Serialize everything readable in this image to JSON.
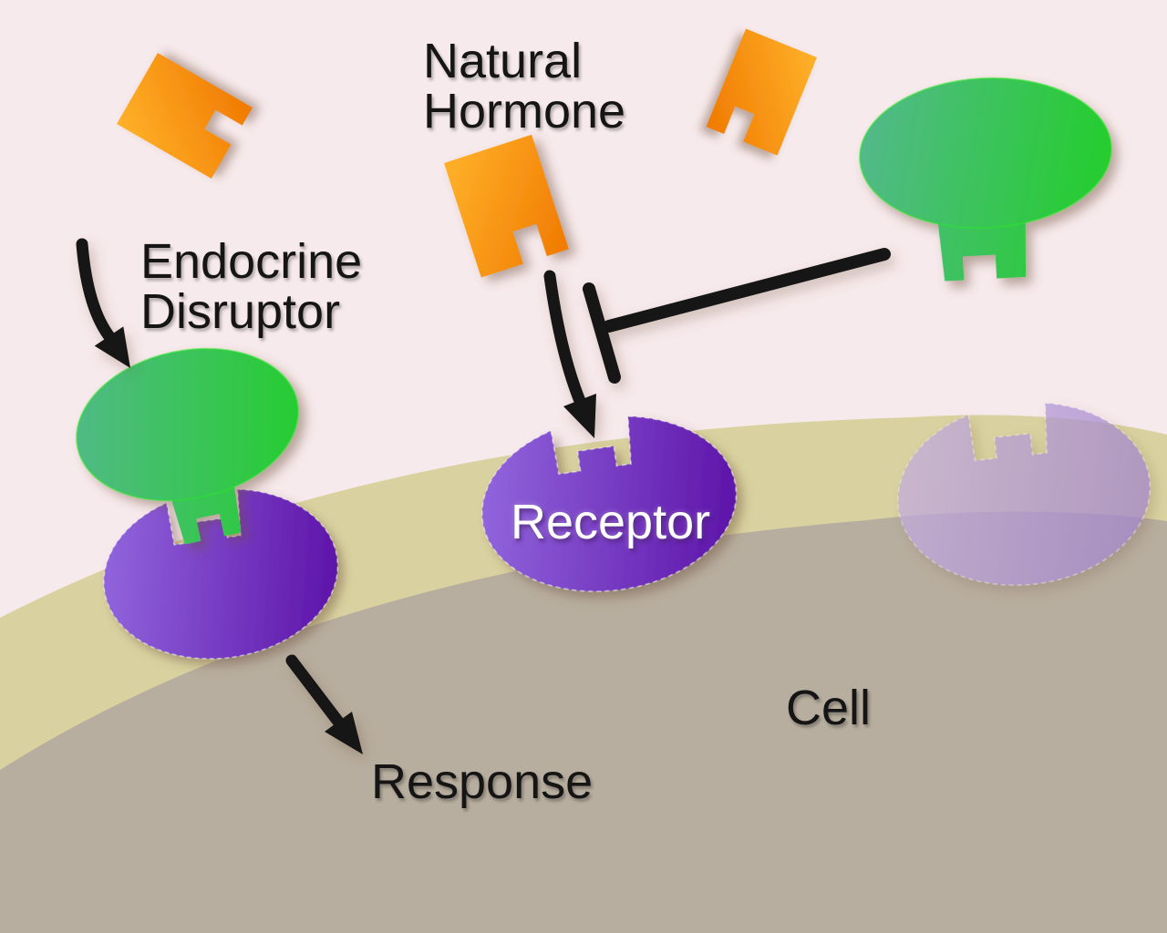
{
  "diagram": {
    "title": "Endocrine disruptor blocking natural hormone receptor binding",
    "labels": {
      "natural_hormone": "Natural\nHormone",
      "endocrine_disruptor": "Endocrine\nDisruptor",
      "receptor": "Receptor",
      "cell": "Cell",
      "response": "Response"
    },
    "colors": {
      "background_pink": "#f7eaec",
      "membrane_tan": "#d9d2a0",
      "cell_interior_gray": "#b8ae9f",
      "hormone_orange_light": "#ffb12a",
      "hormone_orange_dark": "#f07a00",
      "disruptor_green_light": "#53b98a",
      "disruptor_green_dark": "#25cd2f",
      "receptor_purple_light": "#9166dd",
      "receptor_purple_dark": "#5d13a8",
      "receptor_faded_light": "#c3addf",
      "receptor_faded_dark": "#a081cc",
      "arrow_black": "#141414",
      "shadow_brown": "#6d5138"
    }
  }
}
